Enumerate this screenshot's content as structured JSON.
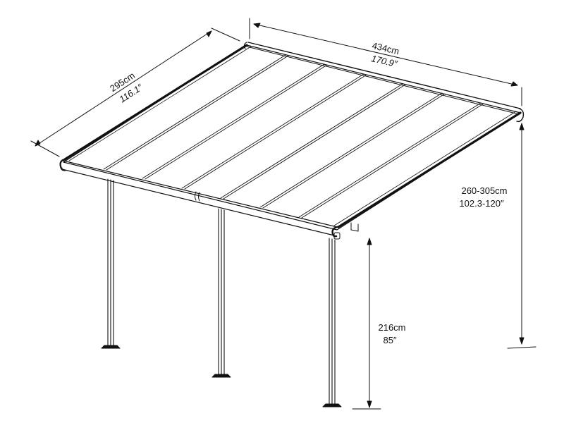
{
  "diagram": {
    "subject": "Lean-to patio cover / pergola dimension drawing",
    "colors": {
      "line": "#111111",
      "background": "#ffffff",
      "panel_fill": "#ffffff"
    },
    "dimensions": {
      "width": {
        "metric": "434cm",
        "imperial": "170.9″"
      },
      "depth": {
        "metric": "295cm",
        "imperial": "116.1″"
      },
      "wall_height": {
        "metric": "260-305cm",
        "imperial": "102.3-120″"
      },
      "front_height": {
        "metric": "216cm",
        "imperial": "85″"
      }
    },
    "roof_panels": 7,
    "posts": 3
  }
}
